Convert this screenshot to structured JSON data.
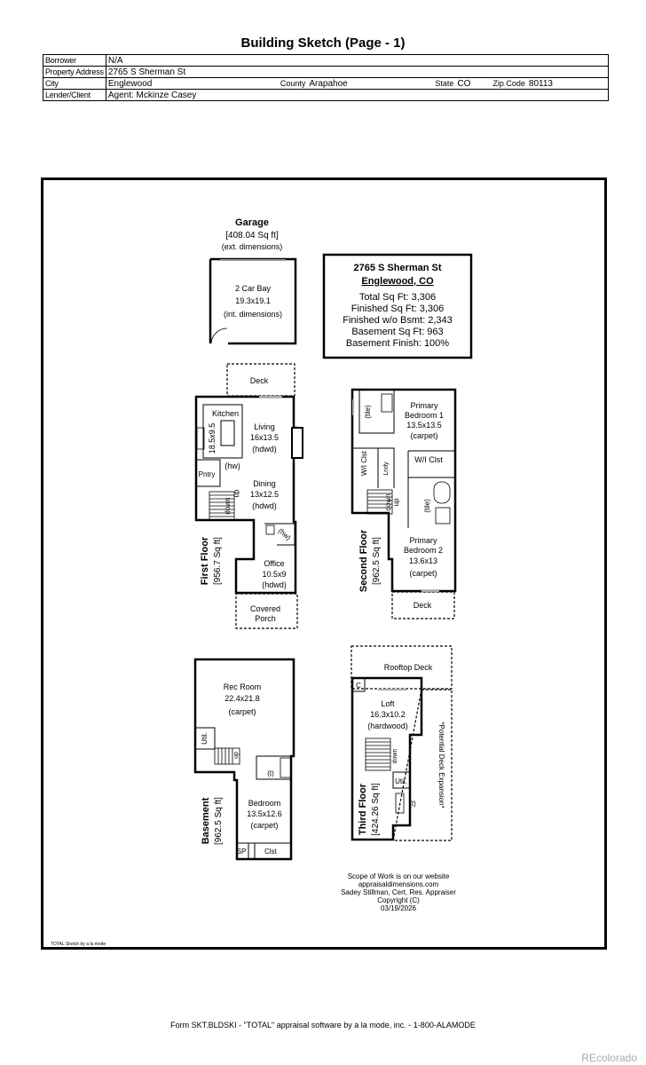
{
  "title": "Building Sketch (Page - 1)",
  "header": {
    "borrower_label": "Borrower",
    "borrower": "N/A",
    "address_label": "Property Address",
    "address": "2765 S Sherman St",
    "city_label": "City",
    "city": "Englewood",
    "county_label": "County",
    "county": "Arapahoe",
    "state_label": "State",
    "state": "CO",
    "zip_label": "Zip Code",
    "zip": "80113",
    "lender_label": "Lender/Client",
    "lender": "Agent: Mckinze Casey"
  },
  "garage": {
    "title": "Garage",
    "area": "[408.04 Sq ft]",
    "ext": "(ext. dimensions)",
    "bay": "2 Car Bay",
    "dims": "19.3x19.1",
    "int": "(int. dimensions)"
  },
  "summary": {
    "address": "2765 S Sherman St",
    "city": "Englewood, CO",
    "lines": [
      "Total Sq Ft: 3,306",
      "Finished Sq Ft: 3,306",
      "Finished w/o Bsmt: 2,343",
      "Basement Sq Ft: 963",
      "Basement Finish: 100%"
    ]
  },
  "first_floor": {
    "label": "First Floor",
    "area": "[956.7 Sq ft]",
    "deck": "Deck",
    "kitchen": "Kitchen",
    "kitchen_dims": "18.5x9.5",
    "living": "Living",
    "living_dims": "16x13.5",
    "hdwd": "(hdwd)",
    "hw": "(hw)",
    "pntry": "Pntry",
    "dining": "Dining",
    "dining_dims": "13x12.5",
    "down": "down",
    "up": "up",
    "office": "Office",
    "office_dims": "10.5x9",
    "covered": "Covered",
    "porch": "Porch"
  },
  "second_floor": {
    "label": "Second Floor",
    "area": "[962.5 Sq ft]",
    "tile": "(tile)",
    "primary1": "Primary",
    "bedroom1": "Bedroom 1",
    "bed1_dims": "13.5x13.5",
    "carpet": "(carpet)",
    "wi_clst": "W/I Clst",
    "lndy": "Lndy",
    "down": "down",
    "up": "up",
    "primary2": "Primary",
    "bedroom2": "Bedroom 2",
    "bed2_dims": "13.6x13",
    "deck": "Deck"
  },
  "basement": {
    "label": "Basement",
    "area": "[962.5 Sq ft]",
    "rec": "Rec Room",
    "rec_dims": "22.4x21.8",
    "carpet": "(carpet)",
    "util": "Util.",
    "up": "up",
    "t": "(t)",
    "bedroom": "Bedroom",
    "bed_dims": "13.5x12.6",
    "sp": "SP",
    "clst": "Clst"
  },
  "third_floor": {
    "label": "Third Floor",
    "area": "[424.26 Sq ft]",
    "rooftop": "Rooftop Deck",
    "c": "C",
    "loft": "Loft",
    "loft_dims": "16.3x10.2",
    "hardwood": "(hardwood)",
    "down": "down",
    "util": "Util.",
    "t": "(t)",
    "expansion": "*Potential Deck Expansion*"
  },
  "scope": [
    "Scope of Work is on our website",
    "appraisaldimensions.com",
    "Sadey Stillman, Cert. Res. Appraiser",
    "Copyright (C)",
    "03/19/2026"
  ],
  "total_sketch": "TOTAL Sketch by a la mode",
  "footer": "Form SKT.BLDSKI - \"TOTAL\" appraisal software by a la mode, inc. - 1-800-ALAMODE",
  "brand": "REcolorado"
}
